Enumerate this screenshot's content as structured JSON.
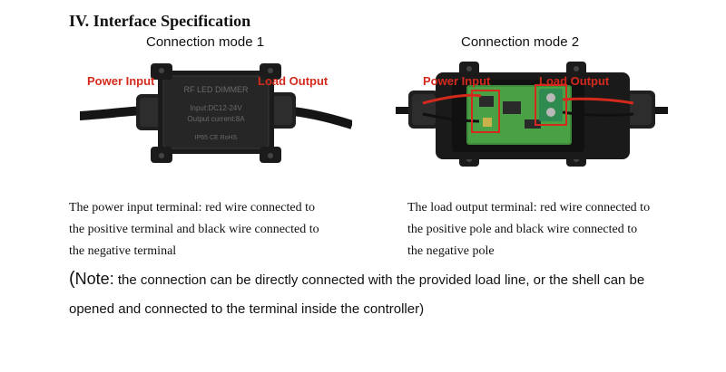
{
  "section": {
    "heading": "IV. Interface Specification"
  },
  "modes": [
    {
      "title": "Connection mode 1",
      "labels": {
        "input": "Power Input",
        "output": "Load Output"
      },
      "device_text": {
        "brand": "RF LED DIMMER",
        "input": "Input:DC12-24V",
        "current": "Output current:8A",
        "marks": "IP65  CE RoHS"
      },
      "description_lines": [
        "The power input terminal: red wire connected to",
        "the positive terminal and black wire connected to",
        "the negative terminal"
      ]
    },
    {
      "title": "Connection mode 2",
      "labels": {
        "input": "Power Input",
        "output": "Load Output"
      },
      "description_lines": [
        "The load output terminal: red wire connected to",
        "the positive pole and black wire connected to",
        "the negative pole"
      ]
    }
  ],
  "note": {
    "open_paren": "(",
    "label": "Note:",
    "line1": " the connection can be directly connected with the provided load line, or the shell can be",
    "line2": "opened and connected to the terminal inside the controller)"
  }
}
